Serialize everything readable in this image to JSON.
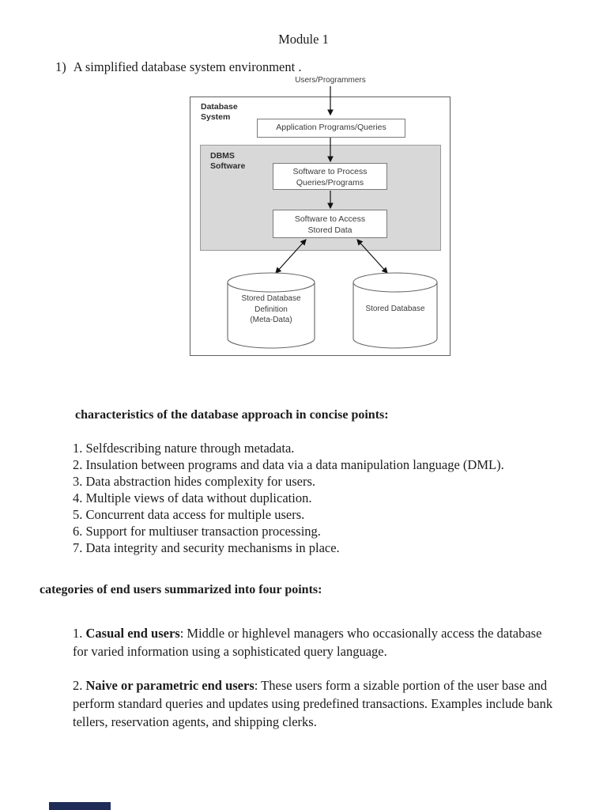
{
  "page": {
    "title": "Module 1",
    "intro_number": "1)",
    "intro_text": "A simplified database system environment ."
  },
  "diagram": {
    "users_label": "Users/Programmers",
    "outer_box_label_line1": "Database",
    "outer_box_label_line2": "System",
    "app_box_label": "Application Programs/Queries",
    "dbms_label_line1": "DBMS",
    "dbms_label_line2": "Software",
    "process_box_line1": "Software to Process",
    "process_box_line2": "Queries/Programs",
    "access_box_line1": "Software to Access",
    "access_box_line2": "Stored Data",
    "left_cylinder_line1": "Stored Database",
    "left_cylinder_line2": "Definition",
    "left_cylinder_line3": "(Meta-Data)",
    "right_cylinder_label": "Stored Database",
    "colors": {
      "dbms_box_fill": "#d8d8d8",
      "box_border": "#7a7a7a",
      "arrow": "#111111"
    }
  },
  "sections": {
    "characteristics": {
      "heading": "characteristics of the database approach in concise points:",
      "items": [
        "1. Selfdescribing nature through metadata.",
        "2. Insulation between programs and data via a data manipulation language (DML).",
        "3. Data abstraction hides complexity for users.",
        "4. Multiple views of data without duplication.",
        "5. Concurrent data access for multiple users.",
        "6. Support for multiuser transaction processing.",
        "7. Data integrity and security mechanisms in place."
      ]
    },
    "end_users": {
      "heading": "categories of end users summarized into four points:",
      "items": [
        {
          "num": "1.",
          "term": "Casual end users",
          "rest": ": Middle or highlevel managers who occasionally access the database for varied information using a sophisticated query language."
        },
        {
          "num": "2.",
          "term": "Naive or parametric end users",
          "rest": ": These users form a sizable portion of the user base and perform standard queries and updates using predefined transactions. Examples include bank tellers, reservation agents, and shipping clerks."
        }
      ]
    }
  },
  "footer": {
    "bottom_bar_color": "#202c58"
  }
}
